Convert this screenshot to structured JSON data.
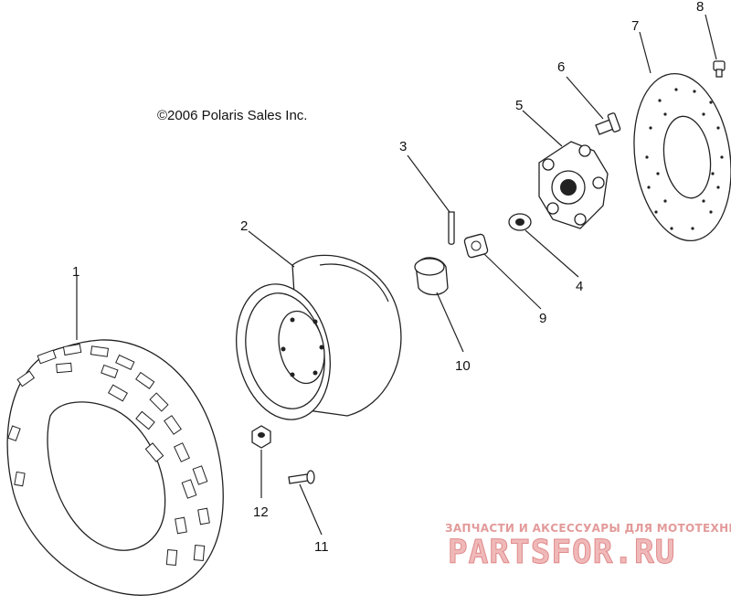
{
  "copyright": "©2006 Polaris Sales Inc.",
  "callouts": [
    "1",
    "2",
    "3",
    "4",
    "5",
    "6",
    "7",
    "8",
    "9",
    "10",
    "11",
    "12"
  ],
  "watermark": {
    "tagline": "ЗАПЧАСТИ И АКСЕССУАРЫ ДЛЯ МОТОТЕХНИКИ",
    "brand": "PARTSFOR.RU",
    "color": "#e08a8a"
  }
}
